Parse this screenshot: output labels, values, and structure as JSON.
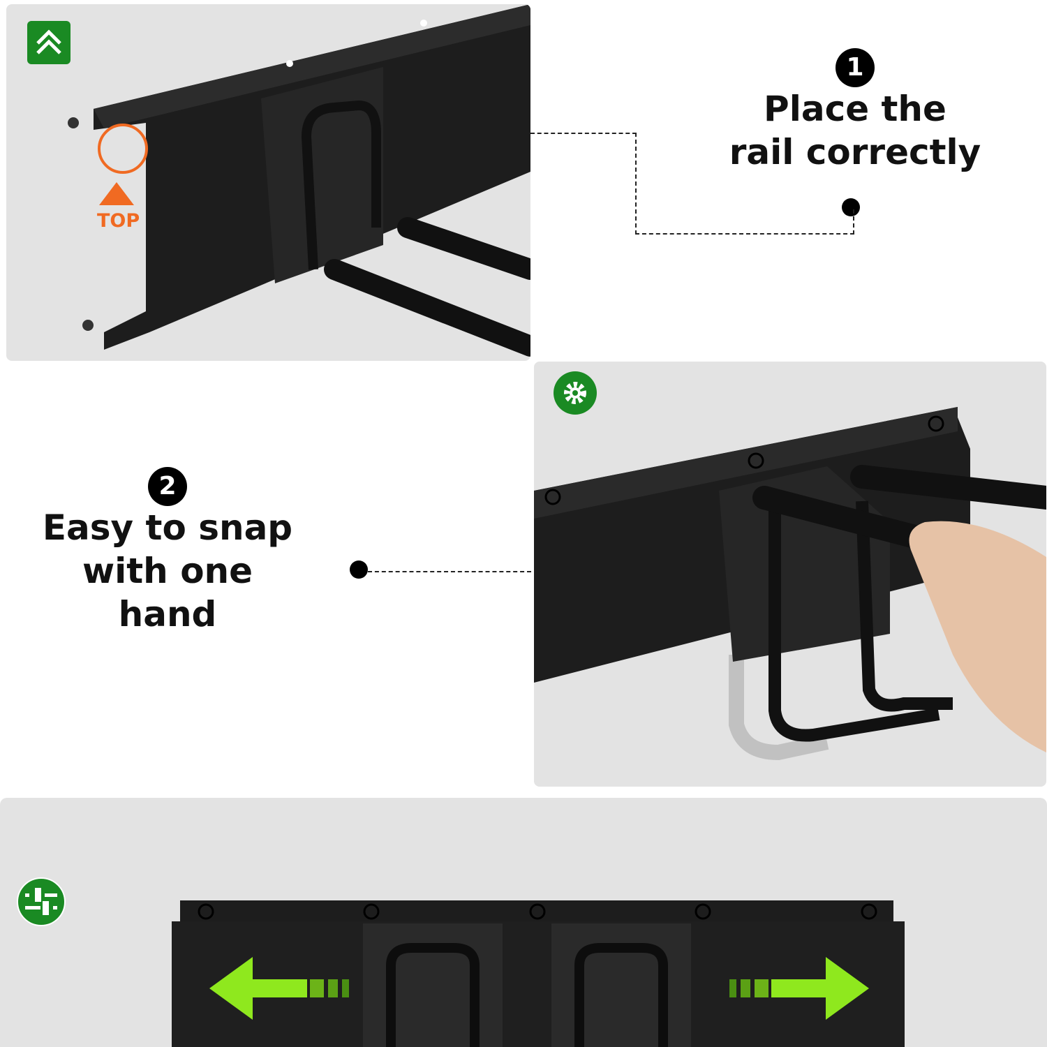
{
  "steps": [
    {
      "number": "1",
      "line1": "Place the",
      "line2": "rail correctly"
    },
    {
      "number": "2",
      "line1": "Easy to snap",
      "line2": "with one hand"
    }
  ],
  "top_label": "TOP",
  "colors": {
    "green": "#1a8a23",
    "orange": "#f06a22",
    "lime": "#8fe81e",
    "rail": "#1c1c1c",
    "panel": "#e3e3e3"
  },
  "icons": [
    "double-chevron-up-icon",
    "gear-icon",
    "sliders-icon",
    "arrow-left-icon",
    "arrow-right-icon"
  ]
}
